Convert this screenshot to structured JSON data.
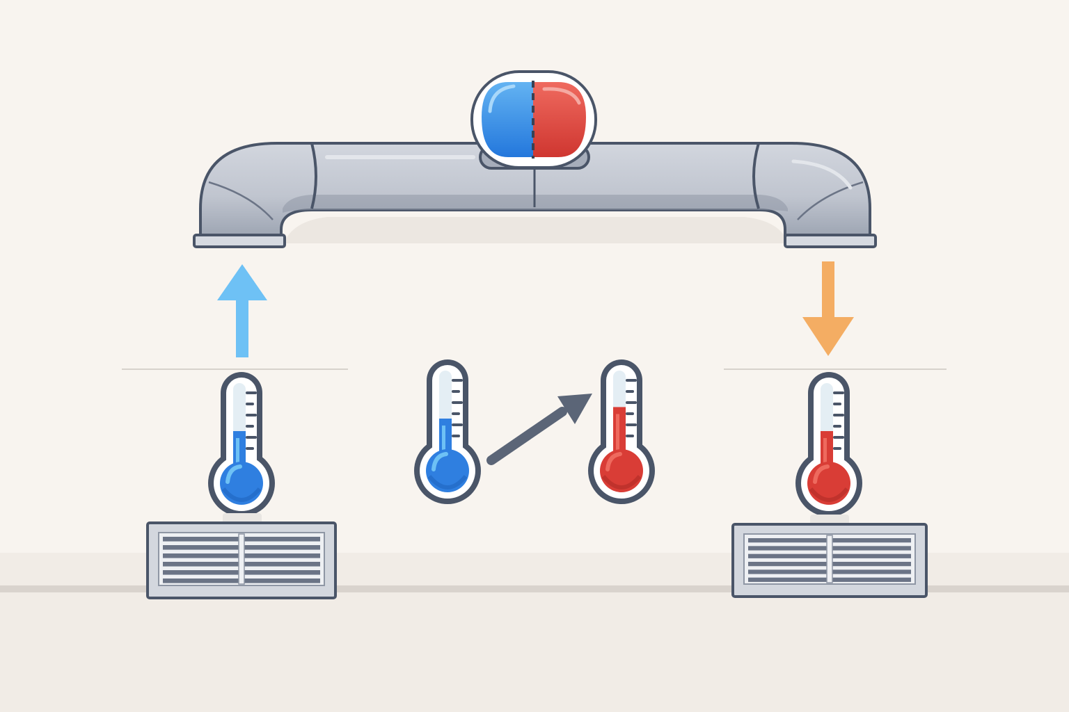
{
  "colors": {
    "background": "#f8f4ef",
    "floor": "#f1ece6",
    "outline": "#4a5568",
    "duct_fill": "#c3c7d0",
    "duct_shadow": "#8f97a6",
    "cold": "#2f7fe0",
    "cold_light": "#6ec1f5",
    "hot": "#d93d36",
    "hot_light": "#ee6a5e",
    "warm_arrow": "#f4ad63",
    "transfer_arrow": "#5b6577",
    "tube_empty": "#e4eef4"
  },
  "diagram": {
    "components": [
      {
        "id": "duct",
        "icon": "duct-pipe"
      },
      {
        "id": "exchanger",
        "icon": "heat-exchanger-icon"
      },
      {
        "id": "return-grille",
        "icon": "vent-grille-icon"
      },
      {
        "id": "supply-grille",
        "icon": "vent-grille-icon"
      },
      {
        "id": "return-thermometer",
        "icon": "thermometer-cold-icon",
        "level": 0.5
      },
      {
        "id": "center-cold-thermometer",
        "icon": "thermometer-cold-icon",
        "level": 0.5
      },
      {
        "id": "center-hot-thermometer",
        "icon": "thermometer-hot-icon",
        "level": 0.62
      },
      {
        "id": "supply-thermometer",
        "icon": "thermometer-hot-icon",
        "level": 0.5
      }
    ],
    "flows": [
      {
        "id": "cold-air-up",
        "direction": "up",
        "color": "cold_light"
      },
      {
        "id": "warm-air-down",
        "direction": "down",
        "color": "warm_arrow"
      },
      {
        "id": "heat-transfer",
        "direction": "up-right",
        "color": "transfer_arrow"
      }
    ]
  }
}
